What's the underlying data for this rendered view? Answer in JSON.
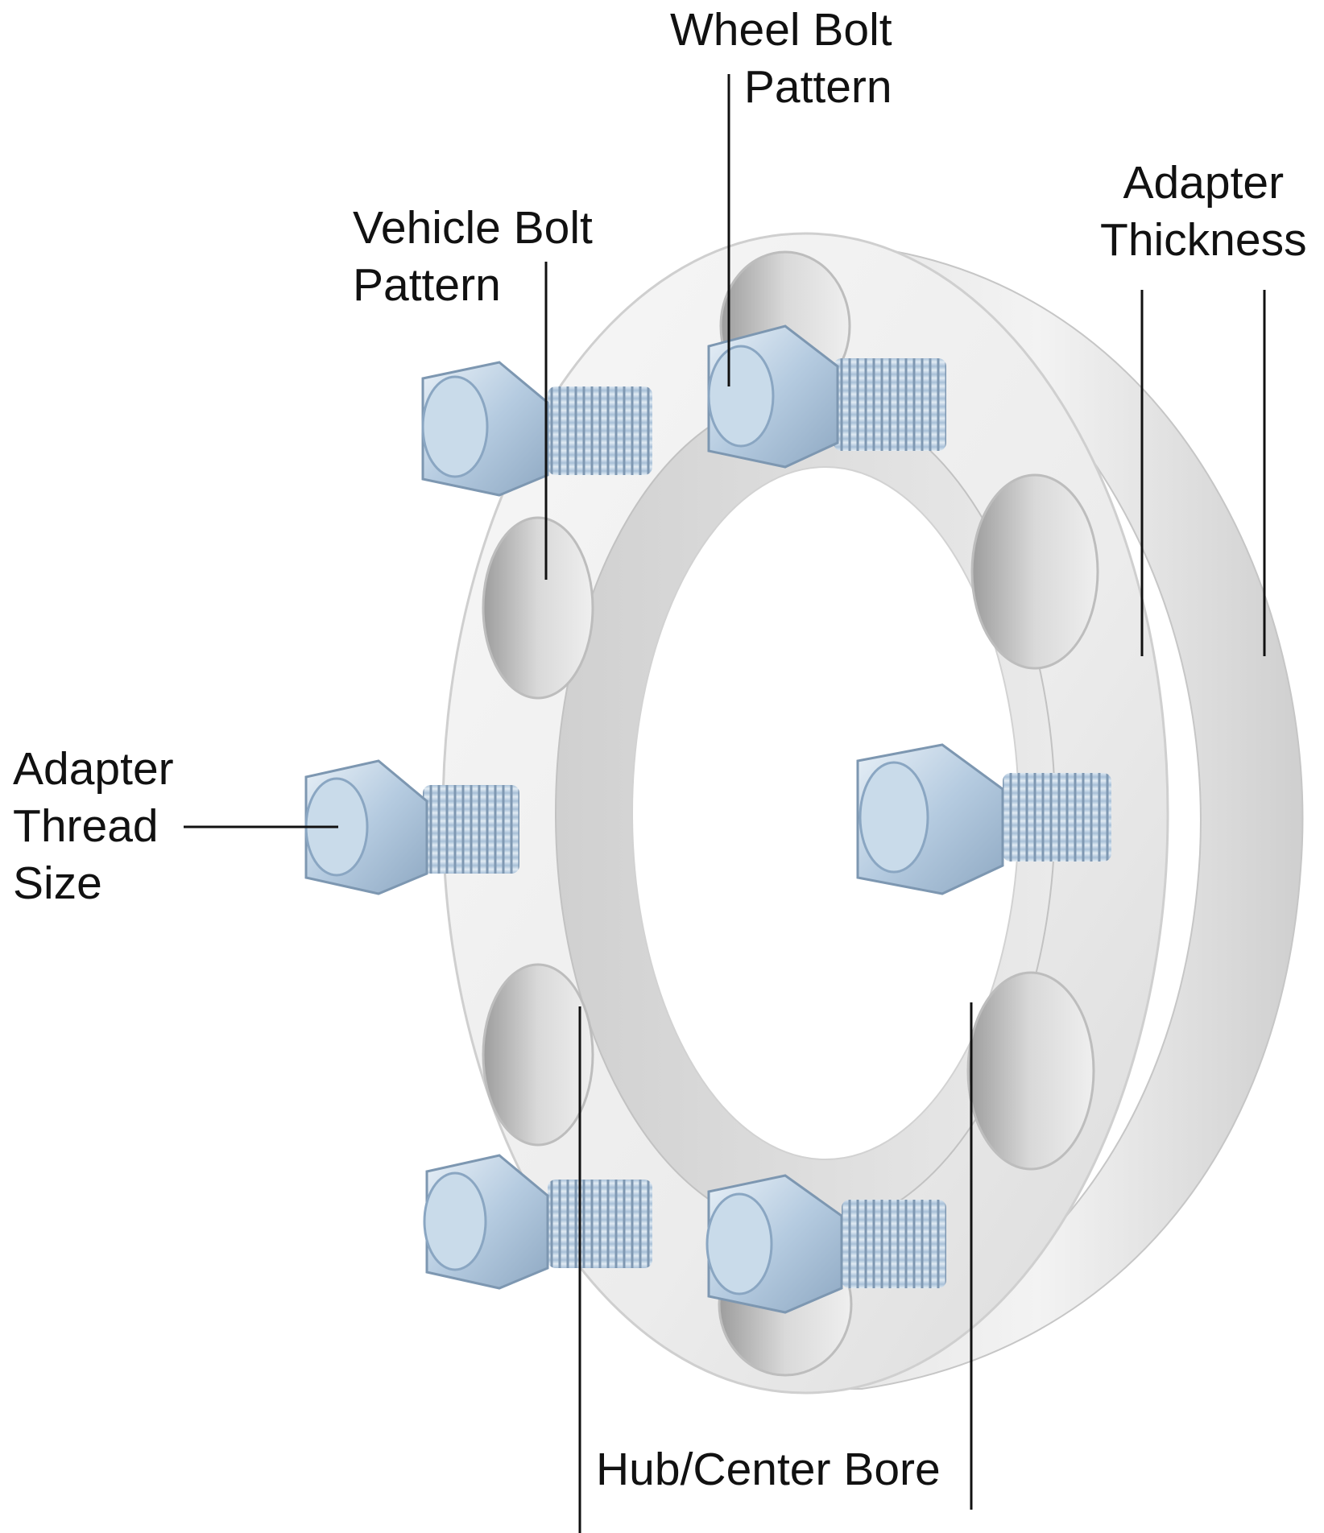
{
  "labels": {
    "wheel_bolt_pattern": "Wheel Bolt\nPattern",
    "vehicle_bolt_pattern": "Vehicle Bolt\nPattern",
    "adapter_thickness": "Adapter\nThickness",
    "adapter_thread_size": "Adapter\nThread\nSize",
    "hub_center_bore": "Hub/Center Bore"
  },
  "colors": {
    "background": "#ffffff",
    "text": "#111111",
    "leader_line": "#111111",
    "aluminum_light": "#f1f1f1",
    "aluminum_mid": "#d8d8d8",
    "aluminum_dark": "#b9b9b9",
    "stud_blue": "#b7cfe4",
    "stud_blue_dark": "#8aa6c2"
  },
  "icons": {
    "stud": "lug-nut-stud-icon"
  }
}
